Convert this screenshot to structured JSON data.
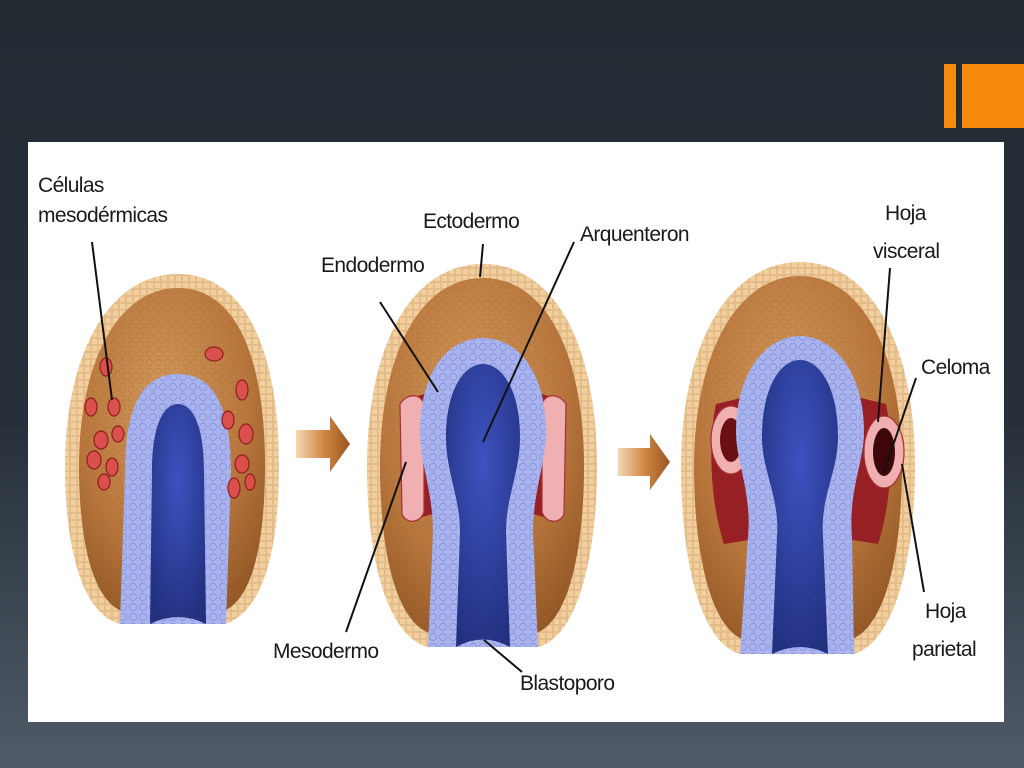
{
  "colors": {
    "background_top": "#222a32",
    "background_bottom": "#4f5b67",
    "accent": "#f7890d",
    "ectoderm": "#f3cf9e",
    "embryo_body": "#b9773d",
    "endoderm": "#aab3ec",
    "archenteron": "#2d3fa0",
    "mesoderm": "#962023",
    "mesoderm_cells": "#f0b0b2"
  },
  "labels": {
    "celulas_line1": "Células",
    "celulas_line2": "mesodérmicas",
    "ectodermo": "Ectodermo",
    "endodermo": "Endodermo",
    "arquenteron": "Arquenteron",
    "mesodermo": "Mesodermo",
    "blastoporo": "Blastoporo",
    "hoja_visceral_line1": "Hoja",
    "hoja_visceral_line2": "visceral",
    "celoma": "Celoma",
    "hoja_parietal_line1": "Hoja",
    "hoja_parietal_line2": "parietal"
  },
  "icons": {
    "stage_arrow_1": "right-arrow-icon",
    "stage_arrow_2": "right-arrow-icon"
  }
}
